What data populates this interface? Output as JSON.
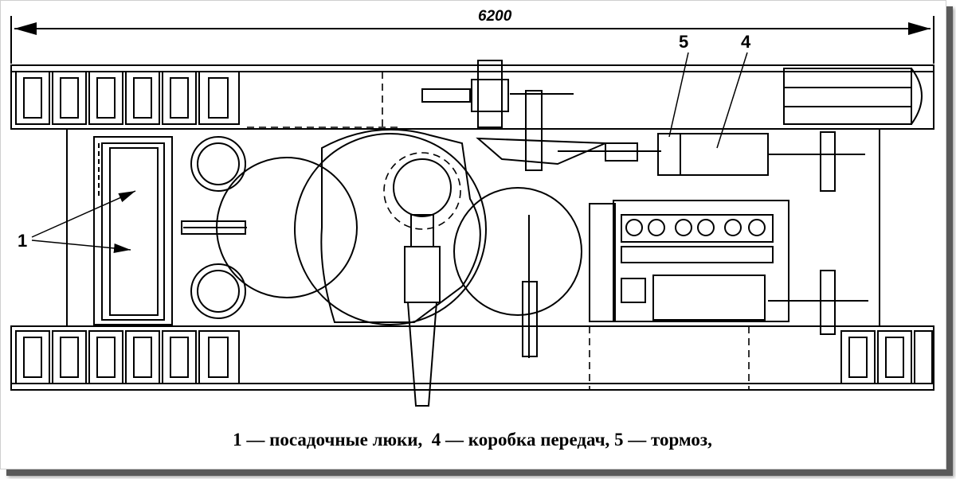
{
  "drawing": {
    "overall_length": "6200",
    "callouts": {
      "hatch": "1",
      "gearbox": "4",
      "brake": "5"
    }
  },
  "caption": "1 — посадочные люки,  4 — коробка передач, 5 — тормоз,"
}
